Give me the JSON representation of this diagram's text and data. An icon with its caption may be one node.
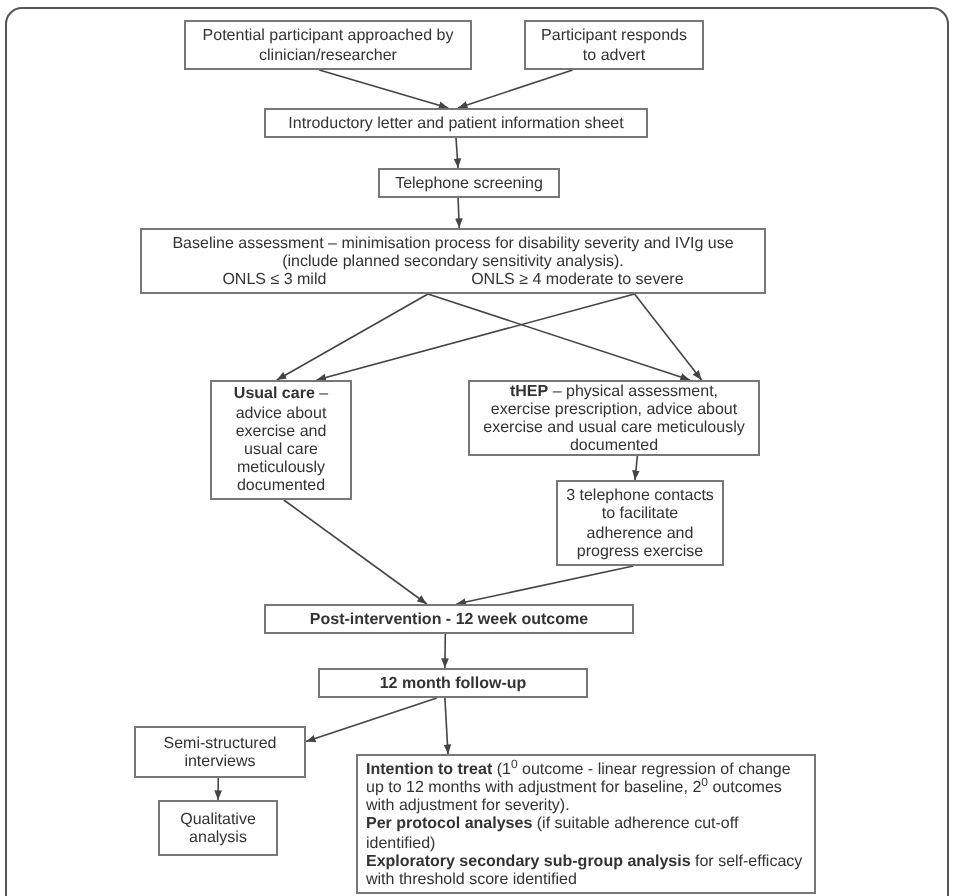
{
  "diagram": {
    "nodes": [
      {
        "text": [
          "Potential participant approached by clinician/researcher"
        ]
      },
      {
        "text": [
          "Participant responds to advert"
        ]
      },
      {
        "text": [
          "Introductory letter and patient information sheet"
        ]
      },
      {
        "text": [
          "Telephone screening"
        ]
      },
      {
        "text": [
          "Baseline assessment – minimisation process for disability severity and IVIg use (include planned secondary sensitivity analysis).",
          "ONLS ≤ 3 mild",
          "ONLS ≥ 4 moderate to severe"
        ]
      },
      {
        "text": [
          "**Usual care** – advice about exercise and usual care meticulously documented"
        ]
      },
      {
        "text": [
          "**tHEP** – physical assessment, exercise prescription, advice about exercise and usual care meticulously documented"
        ]
      },
      {
        "text": [
          "3 telephone contacts to facilitate adherence and progress exercise"
        ]
      },
      {
        "text": [
          "Post-intervention - 12 week outcome"
        ]
      },
      {
        "text": [
          "12 month follow-up"
        ]
      },
      {
        "text": [
          "Semi-structured interviews"
        ]
      },
      {
        "text": [
          "Qualitative analysis"
        ]
      },
      {
        "text": [
          "**Intention to treat** (1$^{0}$ outcome - linear regression of change up to 12 months with adjustment for baseline, 2$^{0}$ outcomes with adjustment for severity).",
          "**Per protocol analyses** (if suitable adherence cut-off identified)",
          "**Exploratory secondary sub-group analysis** for self-efficacy with threshold score identified"
        ]
      }
    ],
    "edges": [
      {
        "from": 0,
        "to": 2,
        "arrow": "to"
      },
      {
        "from": 1,
        "to": 2,
        "arrow": "to"
      },
      {
        "from": 2,
        "to": 3,
        "arrow": "to"
      },
      {
        "from": 3,
        "to": 4,
        "arrow": "to"
      },
      {
        "from": 4,
        "to": 5,
        "arrow": "to"
      },
      {
        "from": 4,
        "to": 5,
        "arrow": "to"
      },
      {
        "from": 4,
        "to": 6,
        "arrow": "to"
      },
      {
        "from": 4,
        "to": 6,
        "arrow": "to"
      },
      {
        "from": 6,
        "to": 7,
        "arrow": "to"
      },
      {
        "from": 5,
        "to": 8,
        "arrow": "to"
      },
      {
        "from": 7,
        "to": 8,
        "arrow": "to"
      },
      {
        "from": 8,
        "to": 9,
        "arrow": "to"
      },
      {
        "from": 9,
        "to": 10,
        "arrow": "to"
      },
      {
        "from": 9,
        "to": 12,
        "arrow": "to"
      },
      {
        "from": 10,
        "to": 11,
        "arrow": "to"
      }
    ]
  }
}
